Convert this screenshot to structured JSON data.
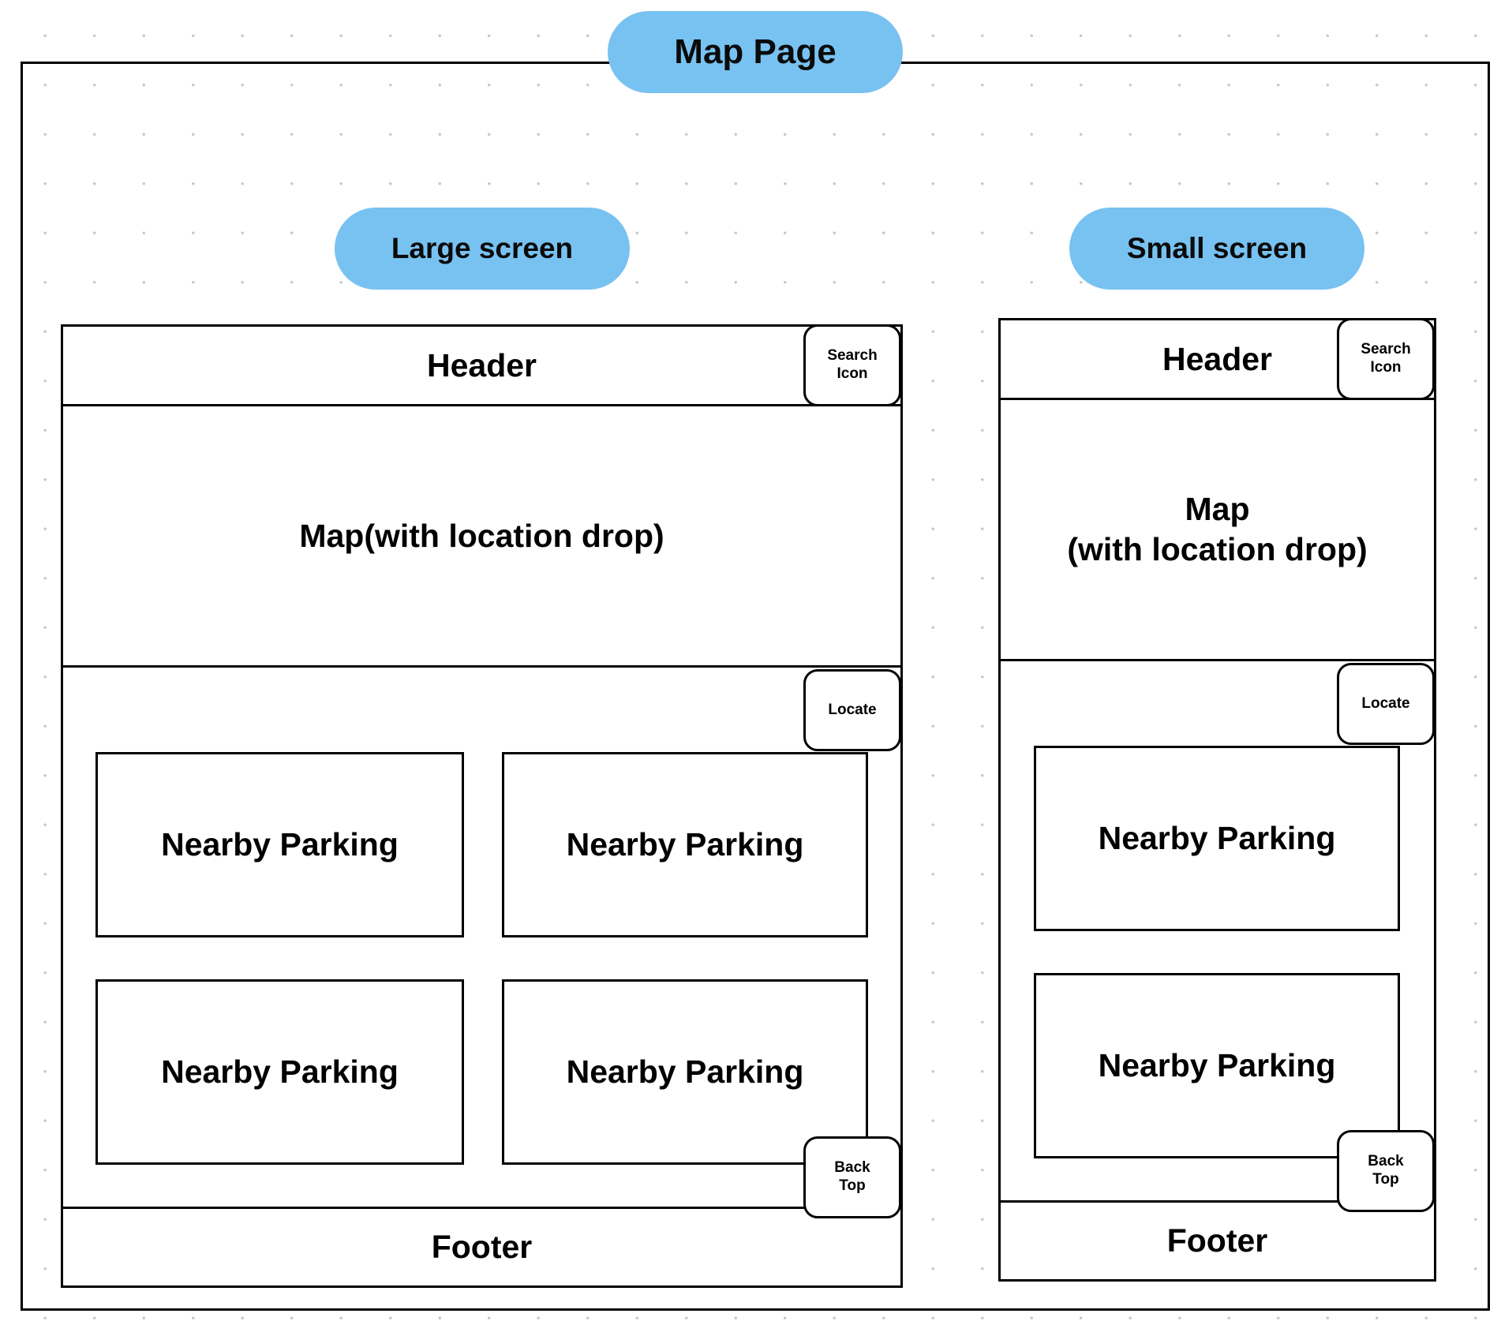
{
  "page": {
    "title": "Map Page",
    "accent_color": "#78c2f1"
  },
  "large": {
    "label": "Large screen",
    "header": "Header",
    "search_button": "Search\nIcon",
    "map": "Map(with location drop)",
    "locate_button": "Locate",
    "cards": [
      "Nearby Parking",
      "Nearby Parking",
      "Nearby Parking",
      "Nearby Parking"
    ],
    "back_top_button": "Back\nTop",
    "footer": "Footer"
  },
  "small": {
    "label": "Small screen",
    "header": "Header",
    "search_button": "Search\nIcon",
    "map": "Map\n(with location drop)",
    "locate_button": "Locate",
    "cards": [
      "Nearby Parking",
      "Nearby Parking"
    ],
    "back_top_button": "Back\nTop",
    "footer": "Footer"
  }
}
